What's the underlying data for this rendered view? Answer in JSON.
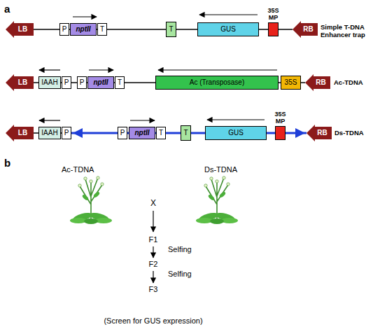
{
  "diagram": {
    "nodes": [
      {
        "text": [
          "LB"
        ]
      },
      {
        "text": [
          "P"
        ]
      },
      {
        "text": [
          "nptII"
        ]
      },
      {
        "text": [
          "T"
        ]
      },
      {
        "text": [
          "T"
        ]
      },
      {
        "text": [
          "GUS"
        ]
      },
      {
        "text": [
          "35S MP"
        ]
      },
      {
        "text": [
          "RB"
        ]
      },
      {
        "text": [
          "LB"
        ]
      },
      {
        "text": [
          "IAAH"
        ]
      },
      {
        "text": [
          "P"
        ]
      },
      {
        "text": [
          "P"
        ]
      },
      {
        "text": [
          "nptII"
        ]
      },
      {
        "text": [
          "T"
        ]
      },
      {
        "text": [
          "Ac (Transposase)"
        ]
      },
      {
        "text": [
          "35S"
        ]
      },
      {
        "text": [
          "RB"
        ]
      },
      {
        "text": [
          "LB"
        ]
      },
      {
        "text": [
          "IAAH"
        ]
      },
      {
        "text": [
          "P"
        ]
      },
      {
        "text": [
          "P"
        ]
      },
      {
        "text": [
          "nptII"
        ]
      },
      {
        "text": [
          "T"
        ]
      },
      {
        "text": [
          "T"
        ]
      },
      {
        "text": [
          "GUS"
        ]
      },
      {
        "text": [
          "35S MP"
        ]
      },
      {
        "text": [
          "RB"
        ]
      }
    ],
    "edges": [
      {
        "from": 0,
        "to": 1,
        "arrow": "none"
      },
      {
        "from": 1,
        "to": 2,
        "arrow": "none"
      },
      {
        "from": 2,
        "to": 3,
        "arrow": "none"
      },
      {
        "from": 3,
        "to": 4,
        "arrow": "none"
      },
      {
        "from": 4,
        "to": 5,
        "arrow": "none"
      },
      {
        "from": 5,
        "to": 6,
        "arrow": "none"
      },
      {
        "from": 6,
        "to": 7,
        "arrow": "none"
      },
      {
        "from": 8,
        "to": 9,
        "arrow": "none"
      },
      {
        "from": 9,
        "to": 10,
        "arrow": "none"
      },
      {
        "from": 10,
        "to": 11,
        "arrow": "none"
      },
      {
        "from": 11,
        "to": 12,
        "arrow": "none"
      },
      {
        "from": 12,
        "to": 13,
        "arrow": "none"
      },
      {
        "from": 13,
        "to": 14,
        "arrow": "none"
      },
      {
        "from": 14,
        "to": 15,
        "arrow": "none"
      },
      {
        "from": 15,
        "to": 16,
        "arrow": "none"
      },
      {
        "from": 17,
        "to": 18,
        "arrow": "none"
      },
      {
        "from": 18,
        "to": 19,
        "arrow": "none"
      },
      {
        "from": 19,
        "to": 20,
        "arrow": "none"
      },
      {
        "from": 20,
        "to": 21,
        "arrow": "none"
      },
      {
        "from": 21,
        "to": 22,
        "arrow": "none"
      },
      {
        "from": 22,
        "to": 23,
        "arrow": "none"
      },
      {
        "from": 23,
        "to": 24,
        "arrow": "none"
      },
      {
        "from": 24,
        "to": 25,
        "arrow": "none"
      },
      {
        "from": 25,
        "to": 26,
        "arrow": "none"
      }
    ],
    "labels": [
      "a",
      "Simple T-DNA Enhancer trap",
      "Ac-TDNA",
      "Ds-TDNA",
      "b",
      "Ac-TDNA",
      "Ds-TDNA",
      "X",
      "F1",
      "Selfing",
      "F2",
      "Selfing",
      "F3",
      "(Screen for GUS expression)"
    ]
  }
}
